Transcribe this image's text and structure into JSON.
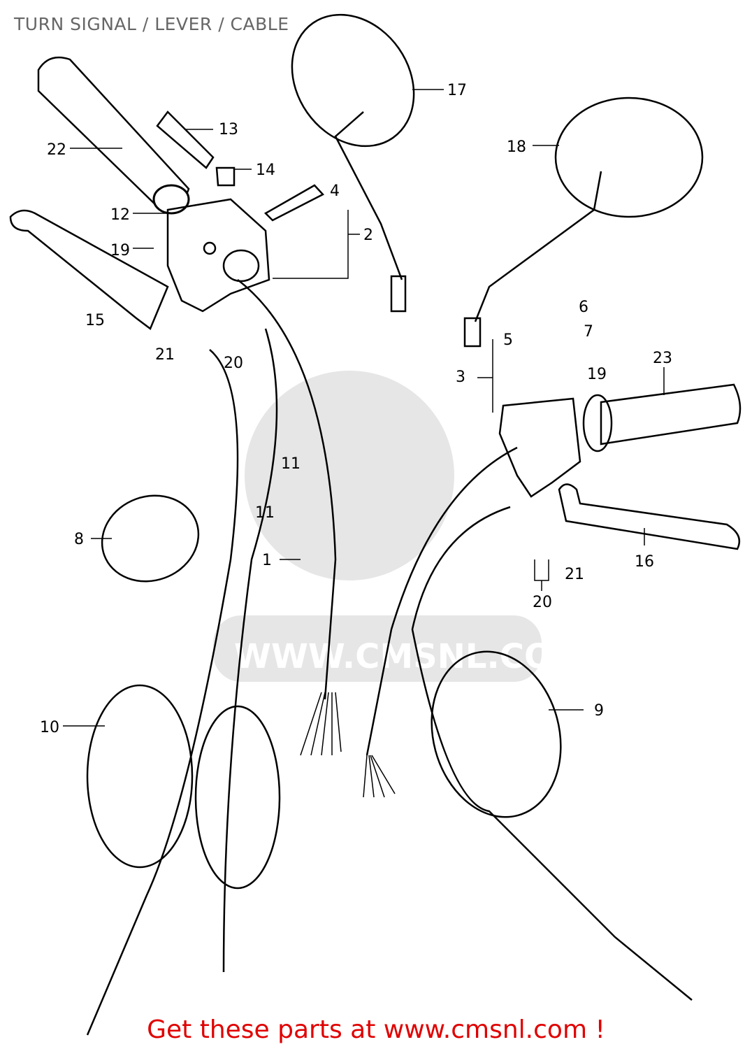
{
  "title": "TURN SIGNAL / LEVER / CABLE",
  "watermark": "WWW.CMSNL.COM",
  "footer": "Get these parts at www.cmsnl.com !",
  "callouts": [
    "1",
    "2",
    "3",
    "4",
    "5",
    "6",
    "7",
    "8",
    "9",
    "10",
    "11",
    "11",
    "12",
    "13",
    "14",
    "15",
    "16",
    "17",
    "18",
    "19",
    "19",
    "20",
    "20",
    "21",
    "21",
    "22",
    "23"
  ]
}
